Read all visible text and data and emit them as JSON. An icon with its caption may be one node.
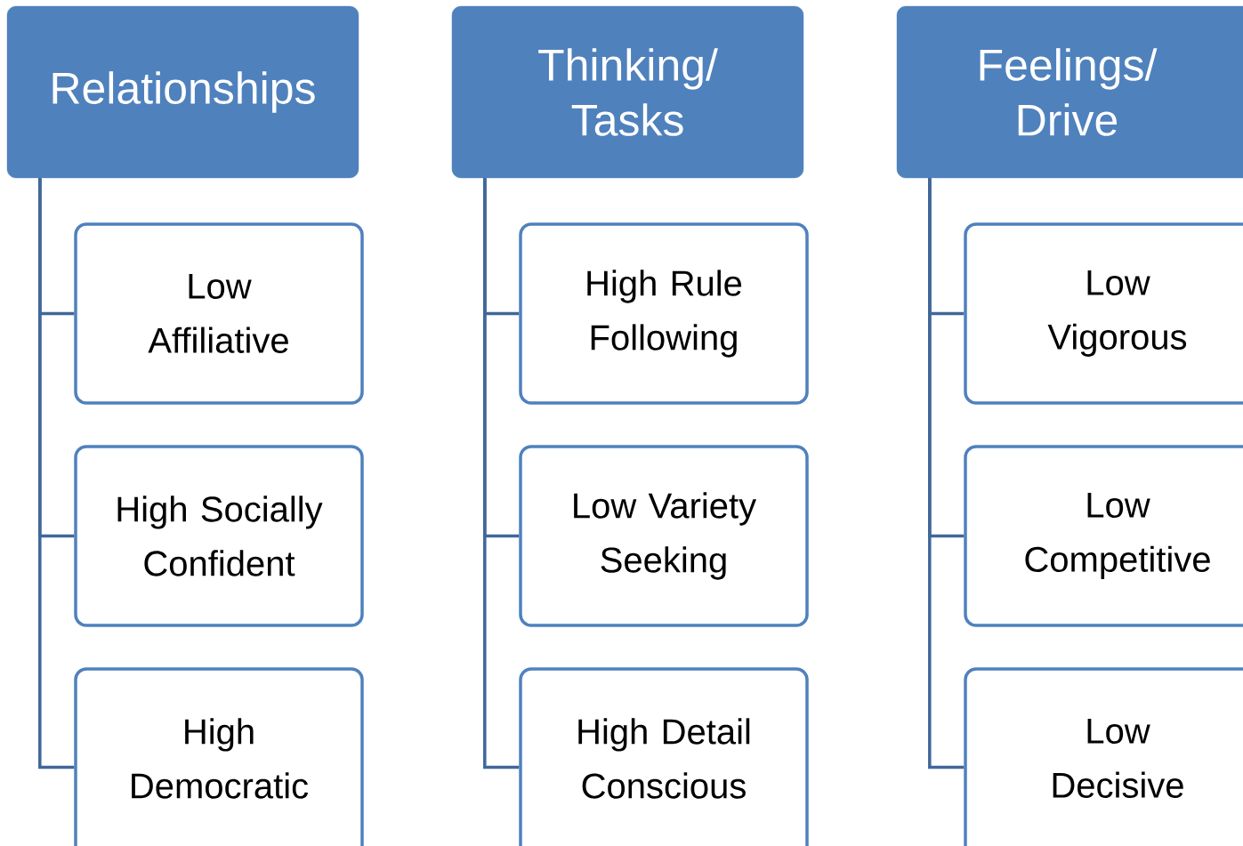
{
  "diagram": {
    "nodes": [
      {
        "text": [
          "Relationships"
        ]
      },
      {
        "text": [
          "Low Affiliative"
        ]
      },
      {
        "text": [
          "High Socially Confident"
        ]
      },
      {
        "text": [
          "High Democratic"
        ]
      },
      {
        "text": [
          "Thinking/ Tasks"
        ]
      },
      {
        "text": [
          "High Rule Following"
        ]
      },
      {
        "text": [
          "Low Variety Seeking"
        ]
      },
      {
        "text": [
          "High Detail Conscious"
        ]
      },
      {
        "text": [
          "Feelings/ Drive"
        ]
      },
      {
        "text": [
          "Low Vigorous"
        ]
      },
      {
        "text": [
          "Low Competitive"
        ]
      },
      {
        "text": [
          "Low Decisive"
        ]
      }
    ],
    "edges": [
      {
        "from": 0,
        "to": 1,
        "arrow": "none"
      },
      {
        "from": 0,
        "to": 2,
        "arrow": "none"
      },
      {
        "from": 0,
        "to": 3,
        "arrow": "none"
      },
      {
        "from": 4,
        "to": 5,
        "arrow": "none"
      },
      {
        "from": 4,
        "to": 6,
        "arrow": "none"
      },
      {
        "from": 4,
        "to": 7,
        "arrow": "none"
      },
      {
        "from": 8,
        "to": 9,
        "arrow": "none"
      },
      {
        "from": 8,
        "to": 10,
        "arrow": "none"
      },
      {
        "from": 8,
        "to": 11,
        "arrow": "none"
      }
    ]
  }
}
